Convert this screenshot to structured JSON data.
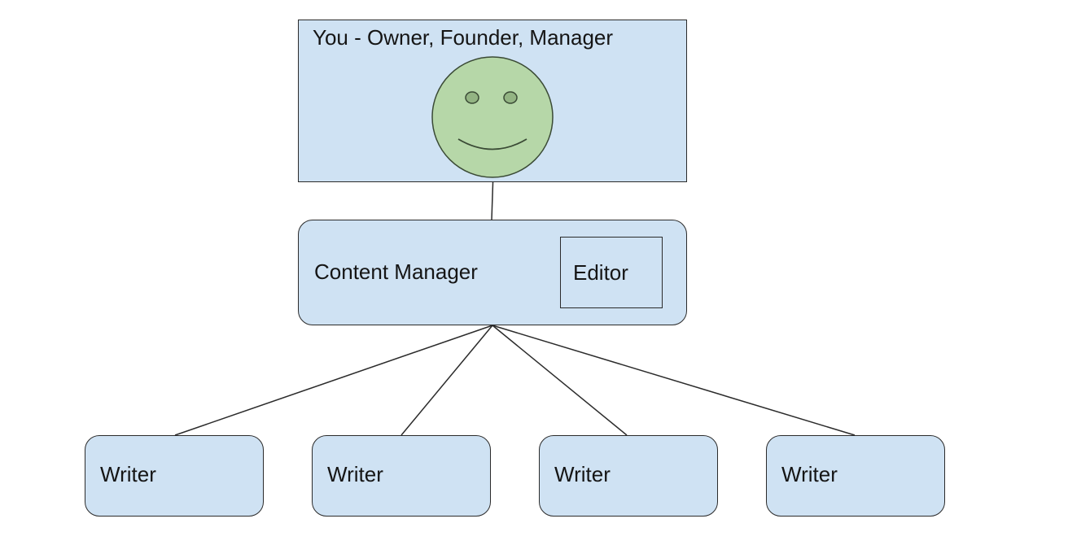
{
  "diagram": {
    "type": "org-chart",
    "colors": {
      "node_fill": "#cfe2f3",
      "node_border": "#2b2b2b",
      "face_fill": "#b6d7a8",
      "face_stroke": "#3a4a35",
      "eye_fill": "#93b483",
      "connector": "#2b2b2b",
      "background": "#ffffff"
    },
    "owner": {
      "label": "You - Owner, Founder, Manager",
      "icon": "smiley-face-icon"
    },
    "content_manager": {
      "label": "Content Manager",
      "inner_role": "Editor"
    },
    "writers": [
      {
        "label": "Writer"
      },
      {
        "label": "Writer"
      },
      {
        "label": "Writer"
      },
      {
        "label": "Writer"
      }
    ],
    "edges": [
      {
        "from": "owner",
        "to": "content_manager"
      },
      {
        "from": "content_manager",
        "to": "writer-1"
      },
      {
        "from": "content_manager",
        "to": "writer-2"
      },
      {
        "from": "content_manager",
        "to": "writer-3"
      },
      {
        "from": "content_manager",
        "to": "writer-4"
      }
    ]
  }
}
